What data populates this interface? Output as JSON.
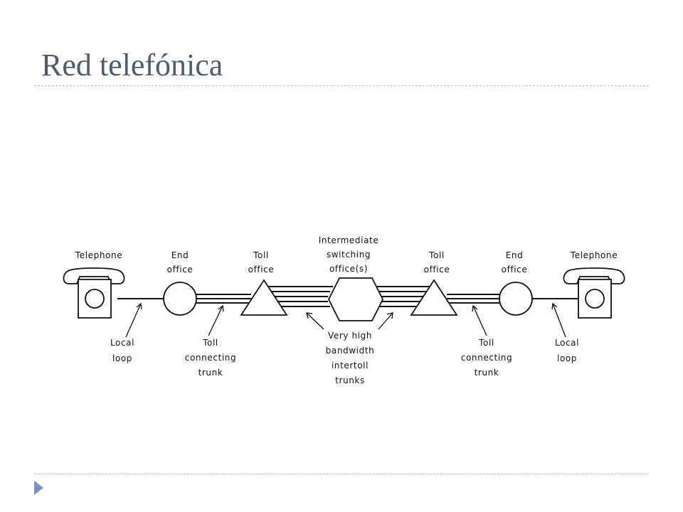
{
  "title": "Red telefónica",
  "labels": {
    "telephone_left": "Telephone",
    "end_office_left": [
      "End",
      "office"
    ],
    "toll_office_left": [
      "Toll",
      "office"
    ],
    "intermediate": [
      "Intermediate",
      "switching",
      "office(s)"
    ],
    "toll_office_right": [
      "Toll",
      "office"
    ],
    "end_office_right": [
      "End",
      "office"
    ],
    "telephone_right": "Telephone",
    "local_loop_left": [
      "Local",
      "loop"
    ],
    "toll_trunk_left": [
      "Toll",
      "connecting",
      "trunk"
    ],
    "intertoll": [
      "Very high",
      "bandwidth",
      "intertoll",
      "trunks"
    ],
    "toll_trunk_right": [
      "Toll",
      "connecting",
      "trunk"
    ],
    "local_loop_right": [
      "Local",
      "loop"
    ]
  },
  "icons": {
    "telephone": "telephone-icon",
    "end_office": "circle-node",
    "toll_office": "triangle-node",
    "intermediate_office": "hexagon-node",
    "slide_bullet": "triangle-bullet-icon"
  },
  "colors": {
    "title": "#525a6d",
    "rule": "#a9bed3",
    "bullet": "#7a93b7",
    "diagram": "#111111"
  }
}
